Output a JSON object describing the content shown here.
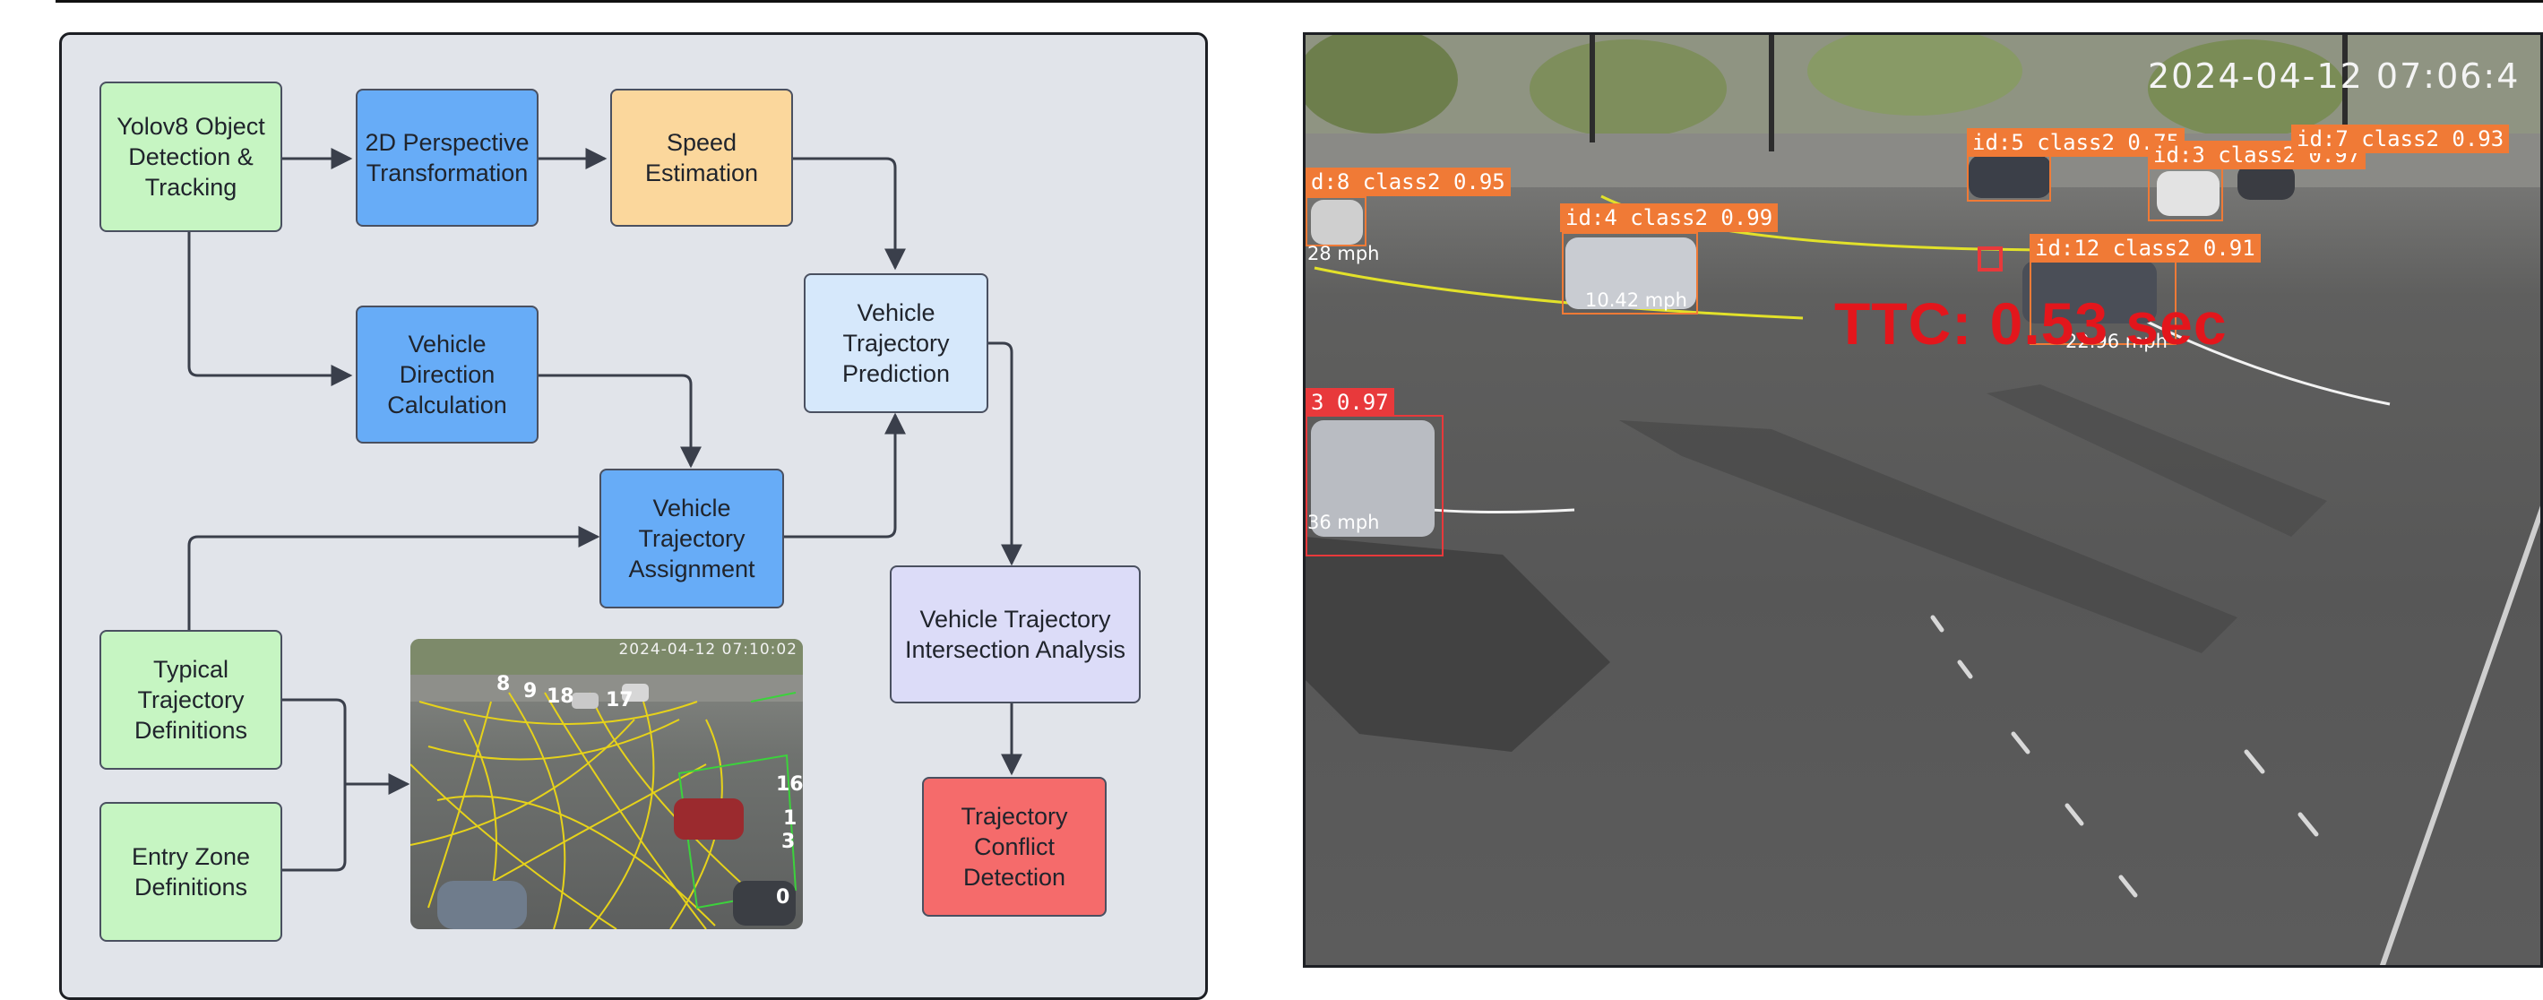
{
  "nodes": {
    "yolo": "Yolov8 Object Detection & Tracking",
    "perspective": "2D Perspective Transformation",
    "speed": "Speed Estimation",
    "direction": "Vehicle Direction Calculation",
    "prediction": "Vehicle Trajectory Prediction",
    "assignment": "Vehicle Trajectory Assignment",
    "typical": "Typical Trajectory Definitions",
    "entry": "Entry Zone Definitions",
    "intersection": "Vehicle Trajectory Intersection Analysis",
    "conflict": "Trajectory Conflict Detection"
  },
  "thumbnail": {
    "timestamp": "2024-04-12 07:10:02",
    "ids": [
      "8",
      "9",
      "18",
      "17",
      "16",
      "1",
      "3",
      "0"
    ]
  },
  "camera": {
    "timestamp": "2024-04-12 07:06:4",
    "labels": {
      "id8": "d:8 class2 0.95",
      "id4": "id:4 class2 0.99",
      "id5": "id:5 class2 0.75",
      "id3": "id:3 class2 0.97",
      "id7": "id:7 class2 0.93",
      "id12": "id:12 class2 0.91",
      "truck": "3 0.97"
    },
    "speeds": {
      "s8": "28 mph",
      "s4": "10.42 mph",
      "s12": "22.96 mph",
      "struck": "36 mph"
    },
    "ttc": "TTC: 0.53 sec"
  },
  "colors": {
    "green": "#c6f5c2",
    "blue": "#67acf7",
    "orange": "#fbd79c",
    "light_blue": "#d6e8fb",
    "lavender": "#dcdcf8",
    "red": "#f56b6b",
    "label_orange": "#f07a36",
    "ttc_red": "#e3161c"
  }
}
